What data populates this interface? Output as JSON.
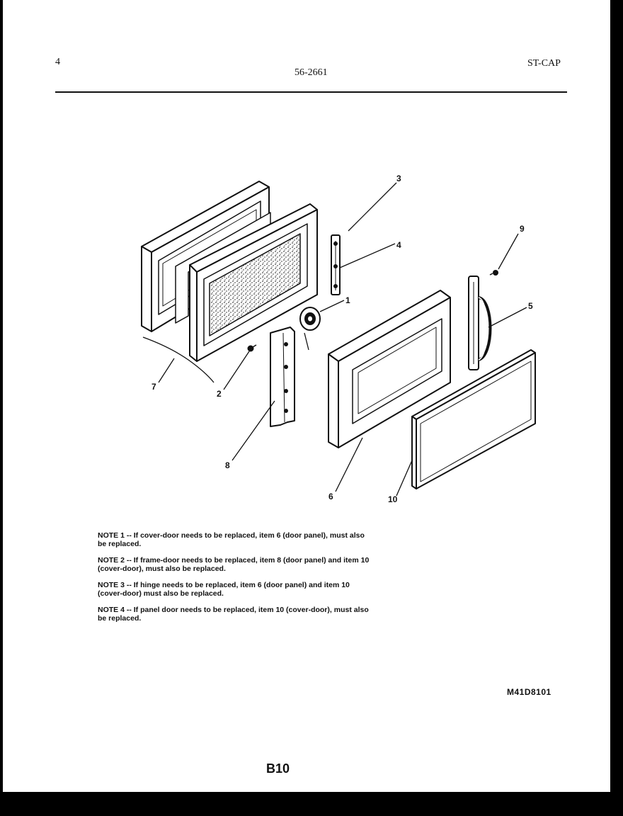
{
  "header": {
    "page_number": "4",
    "doc_number": "56-2661",
    "section": "ST-CAP"
  },
  "diagram": {
    "callouts": [
      "1",
      "2",
      "3",
      "4",
      "5",
      "6",
      "7",
      "8",
      "9",
      "10"
    ]
  },
  "notes": [
    "NOTE 1 -- If cover-door needs to be replaced, item 6 (door panel), must also be replaced.",
    "NOTE 2 -- If frame-door needs to be replaced, item 8 (door panel) and item 10 (cover-door), must also be replaced.",
    "NOTE 3 -- If hinge needs to be replaced, item 6 (door panel) and item 10 (cover-door) must also be replaced.",
    "NOTE 4 -- If panel door needs to be replaced, item 10 (cover-door), must also be replaced."
  ],
  "footer": {
    "model_code": "M41D8101",
    "page_code": "B10"
  }
}
